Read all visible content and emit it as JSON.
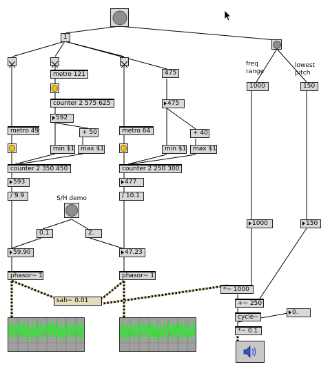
{
  "title_button": "",
  "top_message": "1",
  "toggles": [
    "left",
    "middle",
    "right"
  ],
  "metro_121": "metro 121",
  "counter_575": "counter 2 575 625",
  "num_592": "592",
  "plus_50": "+ 50",
  "min_left": "min $1",
  "max_left": "max $1",
  "metro_49": "metro 49",
  "counter_350": "counter 2 350 450",
  "num_593": "593",
  "div_9_9": "/ 9.9",
  "sh_demo_label": "S/H demo",
  "msg_0_1": "0.1",
  "msg_2": "2.",
  "num_59_90": "59.90",
  "phasor_left": "phasor~ 1",
  "sah": "sah~ 0.01",
  "msg_475": "475",
  "num_475": "475",
  "plus_40": "+ 40",
  "min_right": "min $1",
  "max_right": "max $1",
  "metro_64": "metro 64",
  "counter_250": "counter 2 250 300",
  "num_477": "477",
  "div_10_1": "/ 10.1",
  "num_47_23": "47.23",
  "phasor_right": "phasor~ 1",
  "freq_range_label": "freq\nrange",
  "lowest_pitch_label": "lowest\npitch",
  "msg_1000": "1000",
  "msg_150": "150",
  "num_1000": "1000",
  "num_150": "150",
  "mul_1000": "*~ 1000",
  "plus_250": "+~ 250",
  "cycle": "cycle~",
  "num_0": "0.",
  "mul_0_1": "*~ 0.1",
  "colors": {
    "box": "#d8d8d8",
    "led": "#f5c400",
    "scope_bg": "#a0a0a0",
    "scope_trace": "#22ee22",
    "signal_patch": "#c9b06a"
  },
  "icons": {
    "speaker": "speaker-icon",
    "cursor": "cursor-arrow-icon"
  }
}
